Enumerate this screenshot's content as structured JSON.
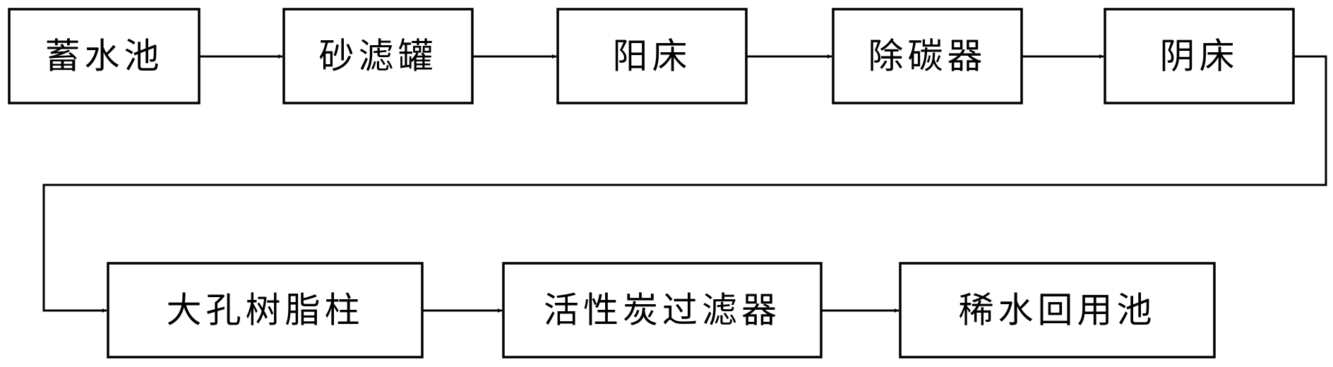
{
  "diagram": {
    "type": "process-flowchart",
    "colors": {
      "line": "#000000",
      "box_fill": "#ffffff",
      "box_border": "#000000",
      "text": "#000000"
    },
    "nodes": [
      {
        "id": "n1",
        "label": "蓄水池"
      },
      {
        "id": "n2",
        "label": "砂滤罐"
      },
      {
        "id": "n3",
        "label": "阳床"
      },
      {
        "id": "n4",
        "label": "除碳器"
      },
      {
        "id": "n5",
        "label": "阴床"
      },
      {
        "id": "n6",
        "label": "大孔树脂柱"
      },
      {
        "id": "n7",
        "label": "活性炭过滤器"
      },
      {
        "id": "n8",
        "label": "稀水回用池"
      }
    ],
    "edges": [
      {
        "from": "n1",
        "to": "n2"
      },
      {
        "from": "n2",
        "to": "n3"
      },
      {
        "from": "n3",
        "to": "n4"
      },
      {
        "from": "n4",
        "to": "n5"
      },
      {
        "from": "n5",
        "to": "n6"
      },
      {
        "from": "n6",
        "to": "n7"
      },
      {
        "from": "n7",
        "to": "n8"
      }
    ]
  }
}
